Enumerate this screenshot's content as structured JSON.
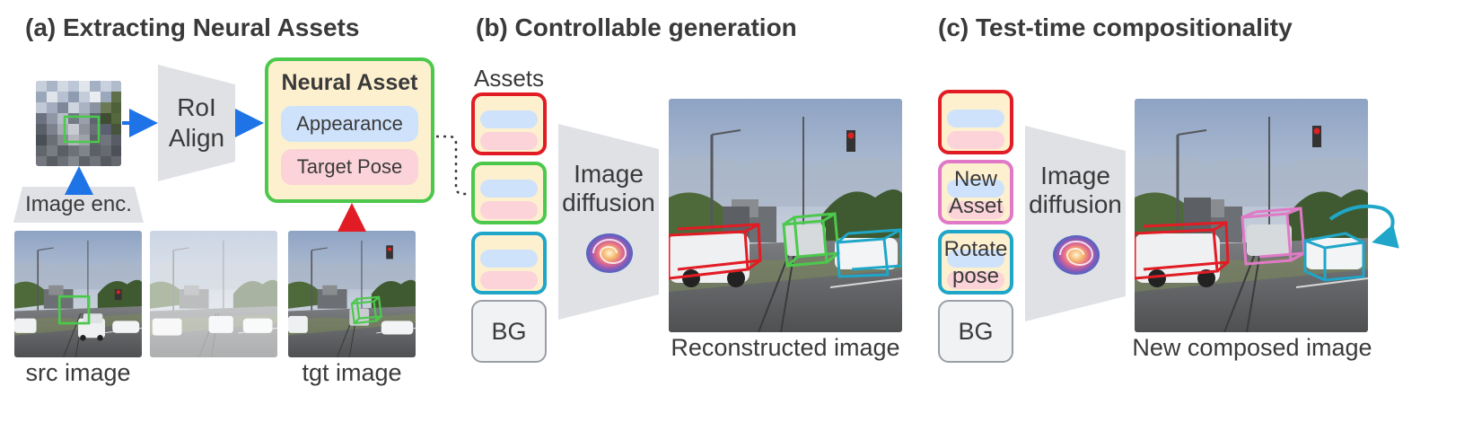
{
  "panel_a": {
    "heading": "(a) Extracting Neural Assets",
    "roi_align_line1": "RoI",
    "roi_align_line2": "Align",
    "image_enc": "Image enc.",
    "neural_asset_title": "Neural Asset",
    "appearance_label": "Appearance",
    "target_pose_label": "Target Pose",
    "src_caption": "src image",
    "tgt_caption": "tgt image"
  },
  "panel_b": {
    "heading": "(b) Controllable generation",
    "assets_label": "Assets",
    "bg_label": "BG",
    "diffusion_line1": "Image",
    "diffusion_line2": "diffusion",
    "output_caption": "Reconstructed image"
  },
  "panel_c": {
    "heading": "(c) Test-time compositionality",
    "new_asset_line1": "New",
    "new_asset_line2": "Asset",
    "rotate_line1": "Rotate",
    "rotate_line2": "pose",
    "bg_label": "BG",
    "diffusion_line1": "Image",
    "diffusion_line2": "diffusion",
    "output_caption": "New composed image"
  },
  "colors": {
    "red": "#e21c24",
    "green": "#4cc94c",
    "cyan": "#1fa6c8",
    "pink": "#e07ac6",
    "blue_arrow": "#1e73e6",
    "red_arrow": "#e21c24",
    "appearance_fill": "#cfe2fb",
    "pose_fill": "#fbd3d8",
    "asset_fill": "#fdf0cf",
    "trapezoid_fill": "#dfe1e5"
  },
  "icons": [
    "diffusion-swirl-icon",
    "rotate-arrow-icon"
  ]
}
